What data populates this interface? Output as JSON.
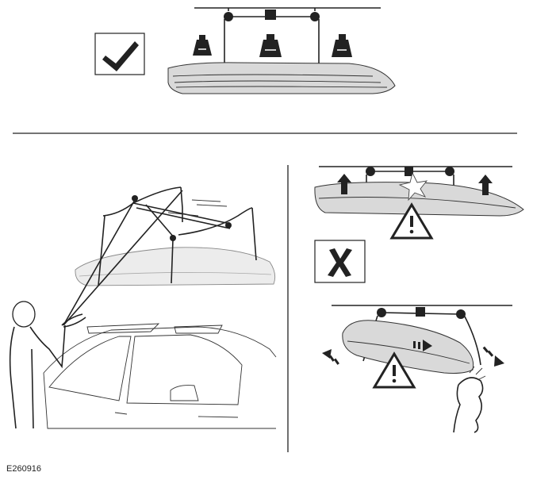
{
  "figure_code": "E260916",
  "panels": [
    {
      "id": "correct-lift",
      "verdict": "correct",
      "icon": "checkmark-icon"
    },
    {
      "id": "hoist-rigging-overview",
      "verdict": "illustration"
    },
    {
      "id": "incorrect-lift",
      "verdict": "incorrect",
      "icon": "cross-icon"
    }
  ],
  "colors": {
    "line": "#222222",
    "box_fill": "#d9d9d9",
    "background": "#ffffff"
  }
}
